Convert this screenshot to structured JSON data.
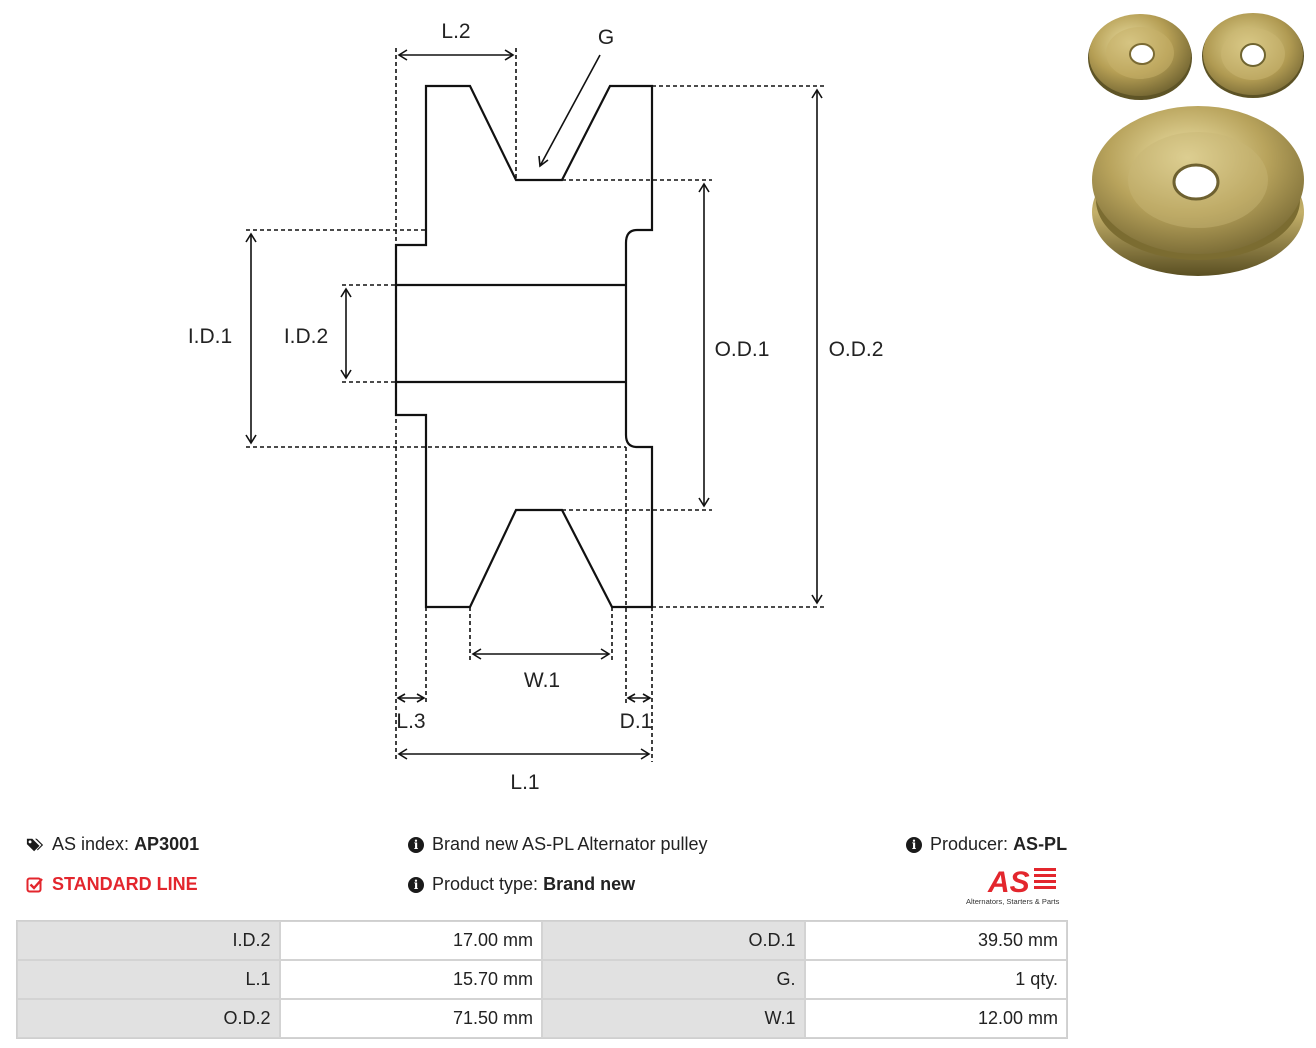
{
  "diagram": {
    "labels": {
      "l2": "L.2",
      "g": "G",
      "id1": "I.D.1",
      "id2": "I.D.2",
      "od1": "O.D.1",
      "od2": "O.D.2",
      "w1": "W.1",
      "l3": "L.3",
      "d1": "D.1",
      "l1": "L.1"
    }
  },
  "info": {
    "as_index_label": "AS index:",
    "as_index_value": "AP3001",
    "line": "STANDARD LINE",
    "description": "Brand new AS-PL Alternator pulley",
    "product_type_label": "Product type:",
    "product_type_value": "Brand new",
    "producer_label": "Producer:",
    "producer_value": "AS-PL",
    "logo_text": "AS",
    "logo_tagline": "Alternators, Starters & Parts"
  },
  "specs": [
    [
      {
        "k": "I.D.2",
        "v": "17.00 mm"
      },
      {
        "k": "O.D.1",
        "v": "39.50 mm"
      }
    ],
    [
      {
        "k": "L.1",
        "v": "15.70 mm"
      },
      {
        "k": "G.",
        "v": "1 qty."
      }
    ],
    [
      {
        "k": "O.D.2",
        "v": "71.50 mm"
      },
      {
        "k": "W.1",
        "v": "12.00 mm"
      }
    ]
  ],
  "colors": {
    "accent_red": "#e3262d",
    "table_key_bg": "#e1e1e1",
    "pulley_metal": "#b6a15a"
  },
  "icons": {
    "as_index": "tags-icon",
    "line": "check-square-icon",
    "description": "info-circle-icon",
    "product_type": "info-circle-icon",
    "producer": "info-circle-icon"
  }
}
